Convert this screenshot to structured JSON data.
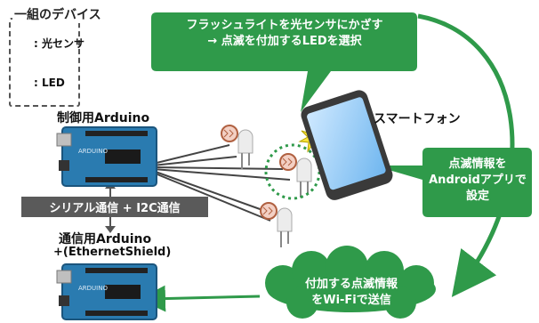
{
  "legend": {
    "title": "一組のデバイス",
    "sensor_label": ": 光センサ",
    "led_label": ": LED"
  },
  "control_arduino_label": "制御用Arduino",
  "serial_bar_label": "シリアル通信 + I2C通信",
  "comm_arduino_label_line1": "通信用Arduino",
  "comm_arduino_label_line2": "+(EthernetShield)",
  "top_callout_line1": "フラッシュライトを光センサにかざす",
  "top_callout_line2": "→ 点滅を付加するLEDを選択",
  "smartphone_label": "スマートフォン",
  "right_callout_line1": "点滅情報を",
  "right_callout_line2": "Androidアプリで",
  "right_callout_line3": "設定",
  "cloud_line1": "付加する点滅情報",
  "cloud_line2": "をWi-Fiで送信",
  "board_text": "ARDUINO",
  "colors": {
    "green": "#2f9a4a",
    "dark_green": "#1f7a38",
    "board_blue": "#2a7bb0",
    "gray_bar": "#5a5a5a"
  }
}
